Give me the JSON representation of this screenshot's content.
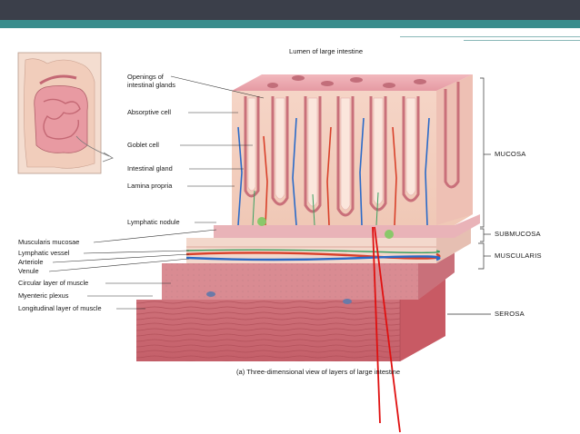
{
  "labels": {
    "lumen": "Lumen of large intestine",
    "openings_line1": "Openings of",
    "openings_line2": "intestinal glands",
    "absorptive_cell": "Absorptive cell",
    "goblet_cell": "Goblet cell",
    "intestinal_gland": "Intestinal gland",
    "lamina_propria": "Lamina propria",
    "lymphatic_nodule": "Lymphatic nodule",
    "muscularis_mucosae": "Muscularis mucosae",
    "lymphatic_vessel": "Lymphatic vessel",
    "arteriole": "Arteriole",
    "venule": "Venule",
    "circular_muscle": "Circular layer of muscle",
    "myenteric_plexus": "Myenteric plexus",
    "longitudinal_muscle": "Longitudinal layer of muscle",
    "mucosa": "MUCOSA",
    "submucosa": "SUBMUCOSA",
    "muscularis": "MUSCULARIS",
    "serosa": "SEROSA",
    "caption": "(a) Three-dimensional view of layers of large intestine"
  },
  "colors": {
    "topbar": "#3b3f4a",
    "accent": "#3a8d8d",
    "pointer_line": "#e01010",
    "mucosa_pink": "#e8a0a8",
    "muscle_red": "#c8606a",
    "artery": "#d8402a",
    "vein": "#2a6ac8",
    "lymph": "#3aa060"
  }
}
